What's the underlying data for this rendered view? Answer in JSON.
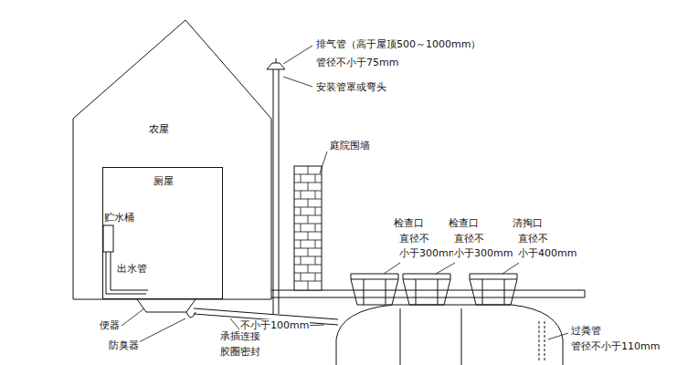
{
  "diagram": {
    "nodes": [
      {
        "text": [
          "农屋"
        ]
      },
      {
        "text": [
          "厕屋"
        ],
        "in": 0
      }
    ],
    "labels": [
      "排气管（高于屋顶500～1000mm）",
      "管径不小于75mm",
      "安装管罩或弯头",
      "庭院围墙",
      "检查口",
      "直径不",
      "小于300mm",
      "检查口",
      "直径不",
      "小于300mm",
      "清掏口",
      "直径不",
      "小于400mm",
      "贮水桶",
      "出水管",
      "便器",
      "防臭器",
      "承插连接",
      "胶圈密封",
      "不小于100mm",
      "过粪管",
      "管径不小于110mm"
    ]
  }
}
